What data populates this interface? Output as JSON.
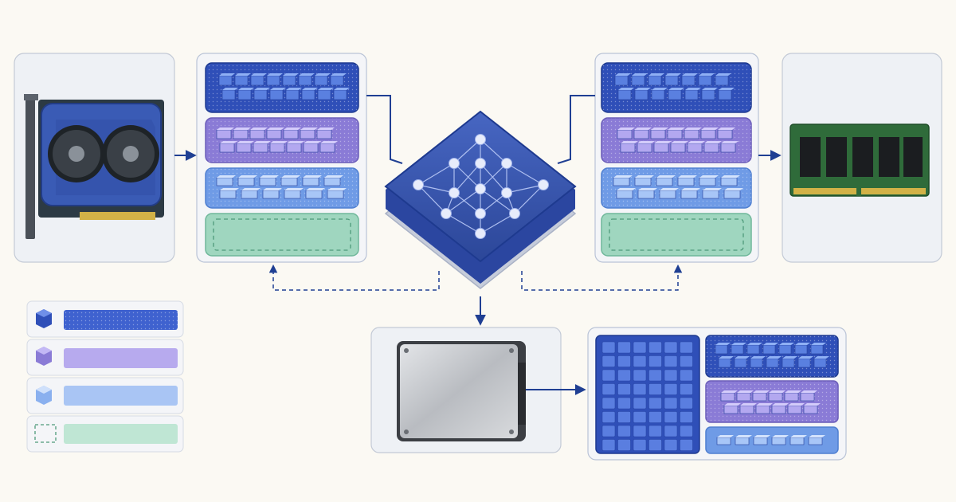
{
  "colors": {
    "background": "#fbf9f3",
    "panel_fill": "#f1f3f6",
    "panel_border": "#b9c3d6",
    "tier_dark_blue": "#2f4fb8",
    "tier_purple": "#8a7bd6",
    "tier_light_blue": "#6f9be6",
    "tier_green": "#9fd6bf",
    "hub_blue": "#3553a8",
    "arrow": "#1f3f93",
    "pcb_green": "#2f6b3a",
    "gold": "#d2b247"
  },
  "diagram": {
    "nodes": [
      {
        "id": "gpu-card",
        "icon": "gpu-card-icon"
      },
      {
        "id": "left-stack",
        "tiers": [
          "dark-blue-blocks",
          "purple-blocks",
          "light-blue-blocks",
          "green-dashed-empty"
        ]
      },
      {
        "id": "central-hub",
        "icon": "neural-network-icon"
      },
      {
        "id": "right-stack",
        "tiers": [
          "dark-blue-blocks",
          "purple-blocks",
          "light-blue-blocks",
          "green-dashed-empty"
        ]
      },
      {
        "id": "ram-module",
        "icon": "ram-module-icon"
      },
      {
        "id": "ssd-drive",
        "icon": "ssd-icon"
      },
      {
        "id": "grid-stack",
        "tiers": [
          "blue-grid",
          "dark-blue-blocks",
          "purple-blocks",
          "light-blue-blocks"
        ]
      }
    ],
    "edges": [
      {
        "from": "gpu-card",
        "to": "left-stack",
        "style": "solid"
      },
      {
        "from": "left-stack",
        "to": "central-hub",
        "style": "solid"
      },
      {
        "from": "central-hub",
        "to": "right-stack",
        "style": "solid"
      },
      {
        "from": "right-stack",
        "to": "ram-module",
        "style": "solid"
      },
      {
        "from": "central-hub",
        "to": "ssd-drive",
        "style": "solid"
      },
      {
        "from": "ssd-drive",
        "to": "grid-stack",
        "style": "solid"
      },
      {
        "from": "central-hub",
        "to": "left-stack",
        "style": "dashed"
      },
      {
        "from": "central-hub",
        "to": "right-stack",
        "style": "dashed"
      }
    ]
  },
  "legend": {
    "items": [
      {
        "icon": "dark-blue-cube-icon",
        "color": "#2f4fb8"
      },
      {
        "icon": "purple-cube-icon",
        "color": "#8a7bd6"
      },
      {
        "icon": "light-blue-cube-icon",
        "color": "#6f9be6"
      },
      {
        "icon": "dashed-square-icon",
        "color": "#9fd6bf"
      }
    ]
  }
}
